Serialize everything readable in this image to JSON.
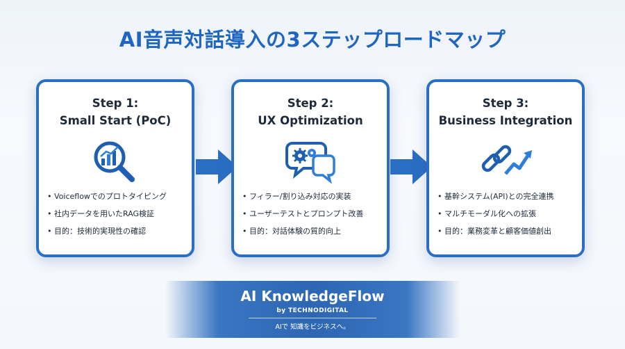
{
  "title": "AI音声対話導入の3ステップロードマップ",
  "steps": [
    {
      "heading": "Step 1:",
      "subheading": "Small Start (PoC)",
      "icon": "magnifier-chart-icon",
      "bullets": [
        "Voiceflowでのプロトタイピング",
        "社内データを用いたRAG検証",
        "目的：技術的実現性の確認"
      ]
    },
    {
      "heading": "Step 2:",
      "subheading": "UX Optimization",
      "icon": "chat-gears-icon",
      "bullets": [
        "フィラー/割り込み対応の実装",
        "ユーザーテストとプロンプト改善",
        "目的：対話体験の質的向上"
      ]
    },
    {
      "heading": "Step 3:",
      "subheading": "Business Integration",
      "icon": "link-growth-icon",
      "bullets": [
        "基幹システム(API)との完全連携",
        "マルチモーダル化への拡張",
        "目的：業務変革と顧客価値創出"
      ]
    }
  ],
  "brand": {
    "name": "AI KnowledgeFlow",
    "by": "by TECHNODIGITAL",
    "tagline": "AIで 知識をビジネスへ。"
  },
  "colors": {
    "accent": "#2b6fc4",
    "title": "#1f66c1",
    "text": "#1e2a3a"
  }
}
